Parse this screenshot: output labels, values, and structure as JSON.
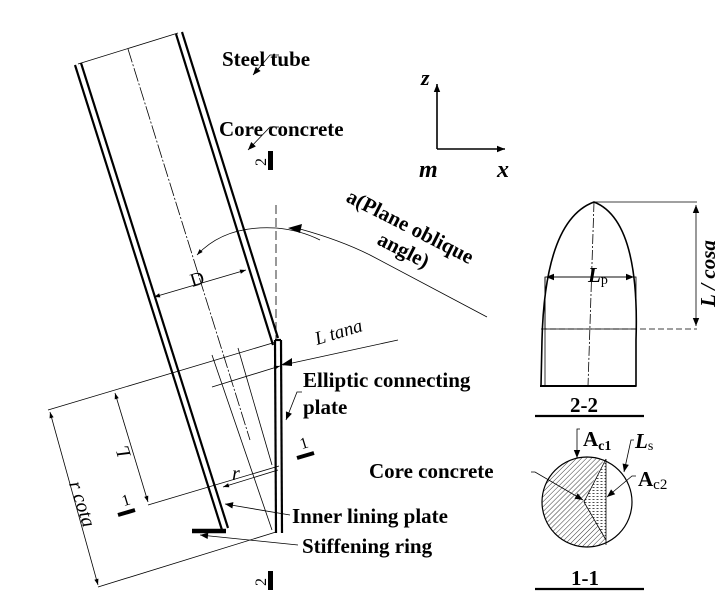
{
  "figure": {
    "type": "engineering-diagram",
    "subject": "Oblique steel tube with elliptic connecting plate"
  },
  "labels": {
    "steel_tube": "Steel tube",
    "core_concrete_top": "Core concrete",
    "plane_oblique_angle_line1": "a(Plane oblique",
    "plane_oblique_angle_line2": "angle)",
    "diameter": "D",
    "l_tan": "L tana",
    "elliptic_plate_line1": "Elliptic connecting",
    "elliptic_plate_line2": "plate",
    "inner_lining_plate": "Inner lining plate",
    "stiffening_ring": "Stiffening ring",
    "length_L": "L",
    "radius_r": "r",
    "r_cot": "r cota",
    "section_mark_1": "1",
    "section_mark_2": "2"
  },
  "axes_triad": {
    "z": "z",
    "x": "x",
    "origin": "m"
  },
  "section_2_2": {
    "title": "2-2",
    "width_label": "L",
    "width_subscript": "p",
    "height_label": "L / cosa"
  },
  "section_1_1": {
    "title": "1-1",
    "core_concrete": "Core concrete",
    "ac1": "A",
    "ac1_sub": "c1",
    "ac2": "A",
    "ac2_sub": "c2",
    "ls": "L",
    "ls_sub": "s"
  }
}
